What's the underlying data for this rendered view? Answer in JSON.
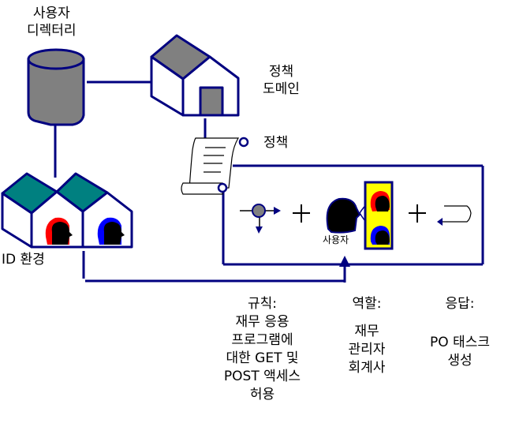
{
  "labels": {
    "user_directory": [
      "사용자",
      "디렉터리"
    ],
    "policy_domain": [
      "정책",
      "도메인"
    ],
    "policy": "정책",
    "id_environment": "ID 환경",
    "user": "사용자"
  },
  "columns": {
    "rule": {
      "title": "규칙:",
      "lines": [
        "재무 응용",
        "프로그램에",
        "대한 GET 및",
        "POST 액세스",
        "허용"
      ]
    },
    "role": {
      "title": "역할:",
      "lines": [
        "재무",
        "관리자",
        "회계사"
      ]
    },
    "response": {
      "title": "응답:",
      "lines": [
        "PO 태스크",
        "생성"
      ]
    }
  },
  "colors": {
    "line": "#000080",
    "cylinder_fill": "#808080",
    "roof_gray": "#808080",
    "roof_teal": "#008080",
    "role_box": "#ffff00",
    "red_head": "#ff0000",
    "blue_head": "#0000ff"
  }
}
